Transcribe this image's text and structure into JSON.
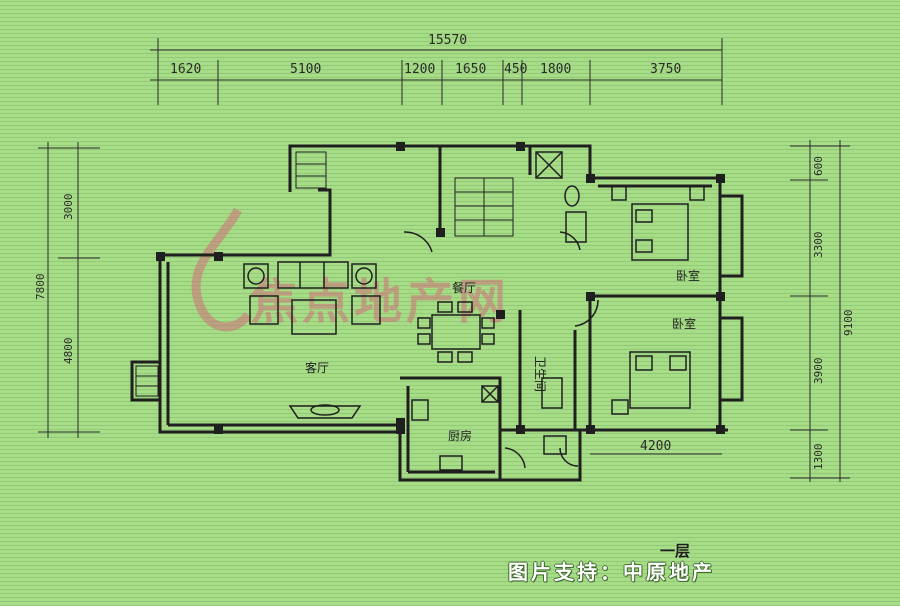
{
  "diagram": {
    "total_width": "15570",
    "top_dims": [
      "1620",
      "5100",
      "1200",
      "1650",
      "450",
      "1800",
      "3750"
    ],
    "left_dims": {
      "total": "7800",
      "upper": "3000",
      "lower": "4800"
    },
    "right_dims": {
      "total": "9100",
      "d1": "600",
      "d2": "3300",
      "d3": "3900",
      "d4": "1300"
    },
    "inner_dim": "4200",
    "rooms": {
      "living": "客厅",
      "dining": "餐厅",
      "bedroom1": "卧室",
      "bedroom2": "卧室",
      "kitchen": "厨房",
      "bath": "卫生间"
    },
    "floor_label": "一层",
    "credit": "图片支持：中原地产",
    "watermark": "焦点地产网"
  },
  "colors": {
    "background": "#a8dd88",
    "wall": "#1f1f1f",
    "watermark": "#cd6e78"
  }
}
